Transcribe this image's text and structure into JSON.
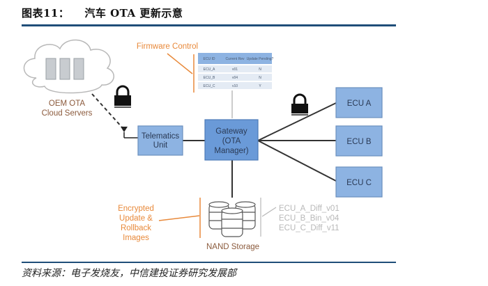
{
  "header": {
    "figure_number": "图表11：",
    "title": "汽车 OTA 更新示意"
  },
  "diagram": {
    "cloud_label_line1": "OEM OTA",
    "cloud_label_line2": "Cloud Servers",
    "firmware_control_label": "Firmware Control",
    "firmware_table": {
      "headers": [
        "ECU ID",
        "Current Rev",
        "Update Pending?"
      ],
      "rows": [
        [
          "ECU_A",
          "v01",
          "N"
        ],
        [
          "ECU_B",
          "v04",
          "N"
        ],
        [
          "ECU_C",
          "v10",
          "Y"
        ]
      ]
    },
    "telematics_line1": "Telematics",
    "telematics_line2": "Unit",
    "gateway_line1": "Gateway",
    "gateway_line2": "(OTA",
    "gateway_line3": "Manager)",
    "ecus": [
      "ECU A",
      "ECU B",
      "ECU C"
    ],
    "encrypted_line1": "Encrypted",
    "encrypted_line2": "Update &",
    "encrypted_line3": "Rollback",
    "encrypted_line4": "Images",
    "nand_label": "NAND Storage",
    "images": [
      "ECU_A_Diff_v01",
      "ECU_B_Bin_v04",
      "ECU_C_Diff_v11"
    ],
    "colors": {
      "box": "#8db3e2",
      "gateway": "#6a9ad8",
      "accent_orange": "#e8893a",
      "rule": "#1f4e79"
    }
  },
  "footer": {
    "source": "资料来源：电子发烧友，中信建投证券研究发展部"
  }
}
